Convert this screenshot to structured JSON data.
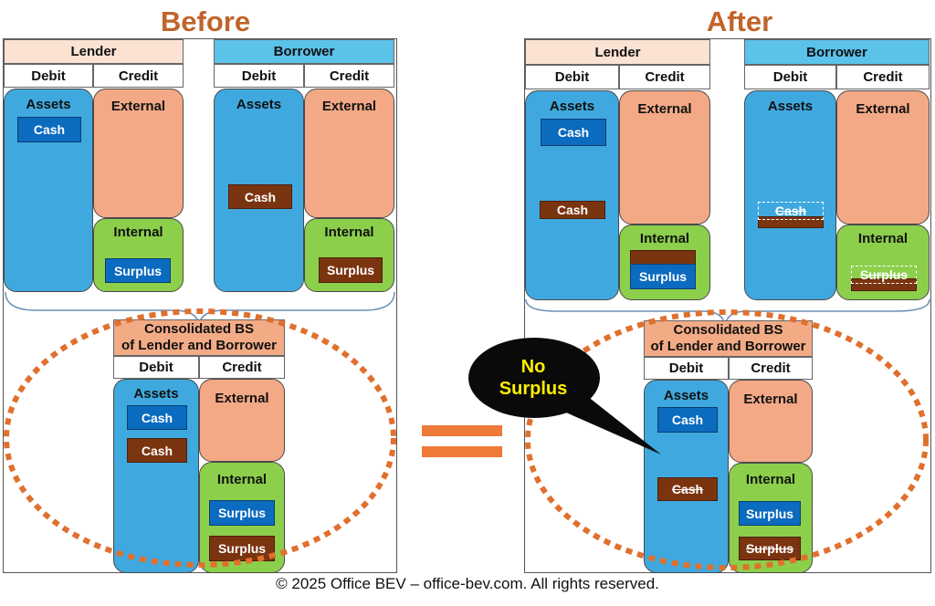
{
  "titles": {
    "before": "Before",
    "after": "After"
  },
  "headers": {
    "lender": "Lender",
    "borrower": "Borrower",
    "debit": "Debit",
    "credit": "Credit"
  },
  "blocks": {
    "assets": "Assets",
    "external": "External",
    "internal": "Internal"
  },
  "chips": {
    "cash": "Cash",
    "surplus": "Surplus"
  },
  "consolidated": {
    "line1": "Consolidated BS",
    "line2": "of Lender and Borrower"
  },
  "callout": {
    "line1": "No",
    "line2": "Surplus"
  },
  "footer": "© 2025 Office BEV – office-bev.com. All rights reserved.",
  "colors": {
    "title": "#c0642a",
    "assets": "#3fa9df",
    "external": "#f3a986",
    "internal": "#8ccf4b",
    "cash_chip": "#0b6bbf",
    "cash_brown": "#7b3410",
    "ellipse": "#e0702e",
    "callout_bg": "#0a0a0a",
    "callout_text": "#ffee00"
  }
}
